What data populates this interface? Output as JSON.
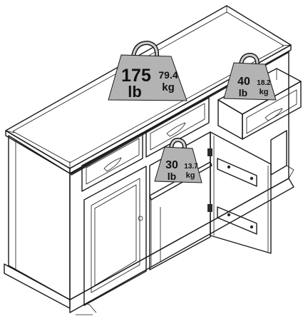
{
  "weights": {
    "top": {
      "lb_value": "175",
      "lb_unit": "lb",
      "kg_value": "79.4",
      "kg_unit": "kg"
    },
    "drawer": {
      "lb_value": "40",
      "lb_unit": "lb",
      "kg_value": "18.2",
      "kg_unit": "kg"
    },
    "shelf": {
      "lb_value": "30",
      "lb_unit": "lb",
      "kg_value": "13.7",
      "kg_unit": "kg"
    }
  },
  "colors": {
    "line": "#1a1a1a",
    "weight_fill": "#b3b3b3",
    "cabinet_fill": "#ffffff",
    "dark_fill": "#2b2b2b"
  },
  "icons": [
    "weight-icon",
    "drawer-pull-icon",
    "door-knob-icon",
    "hinge-icon"
  ]
}
